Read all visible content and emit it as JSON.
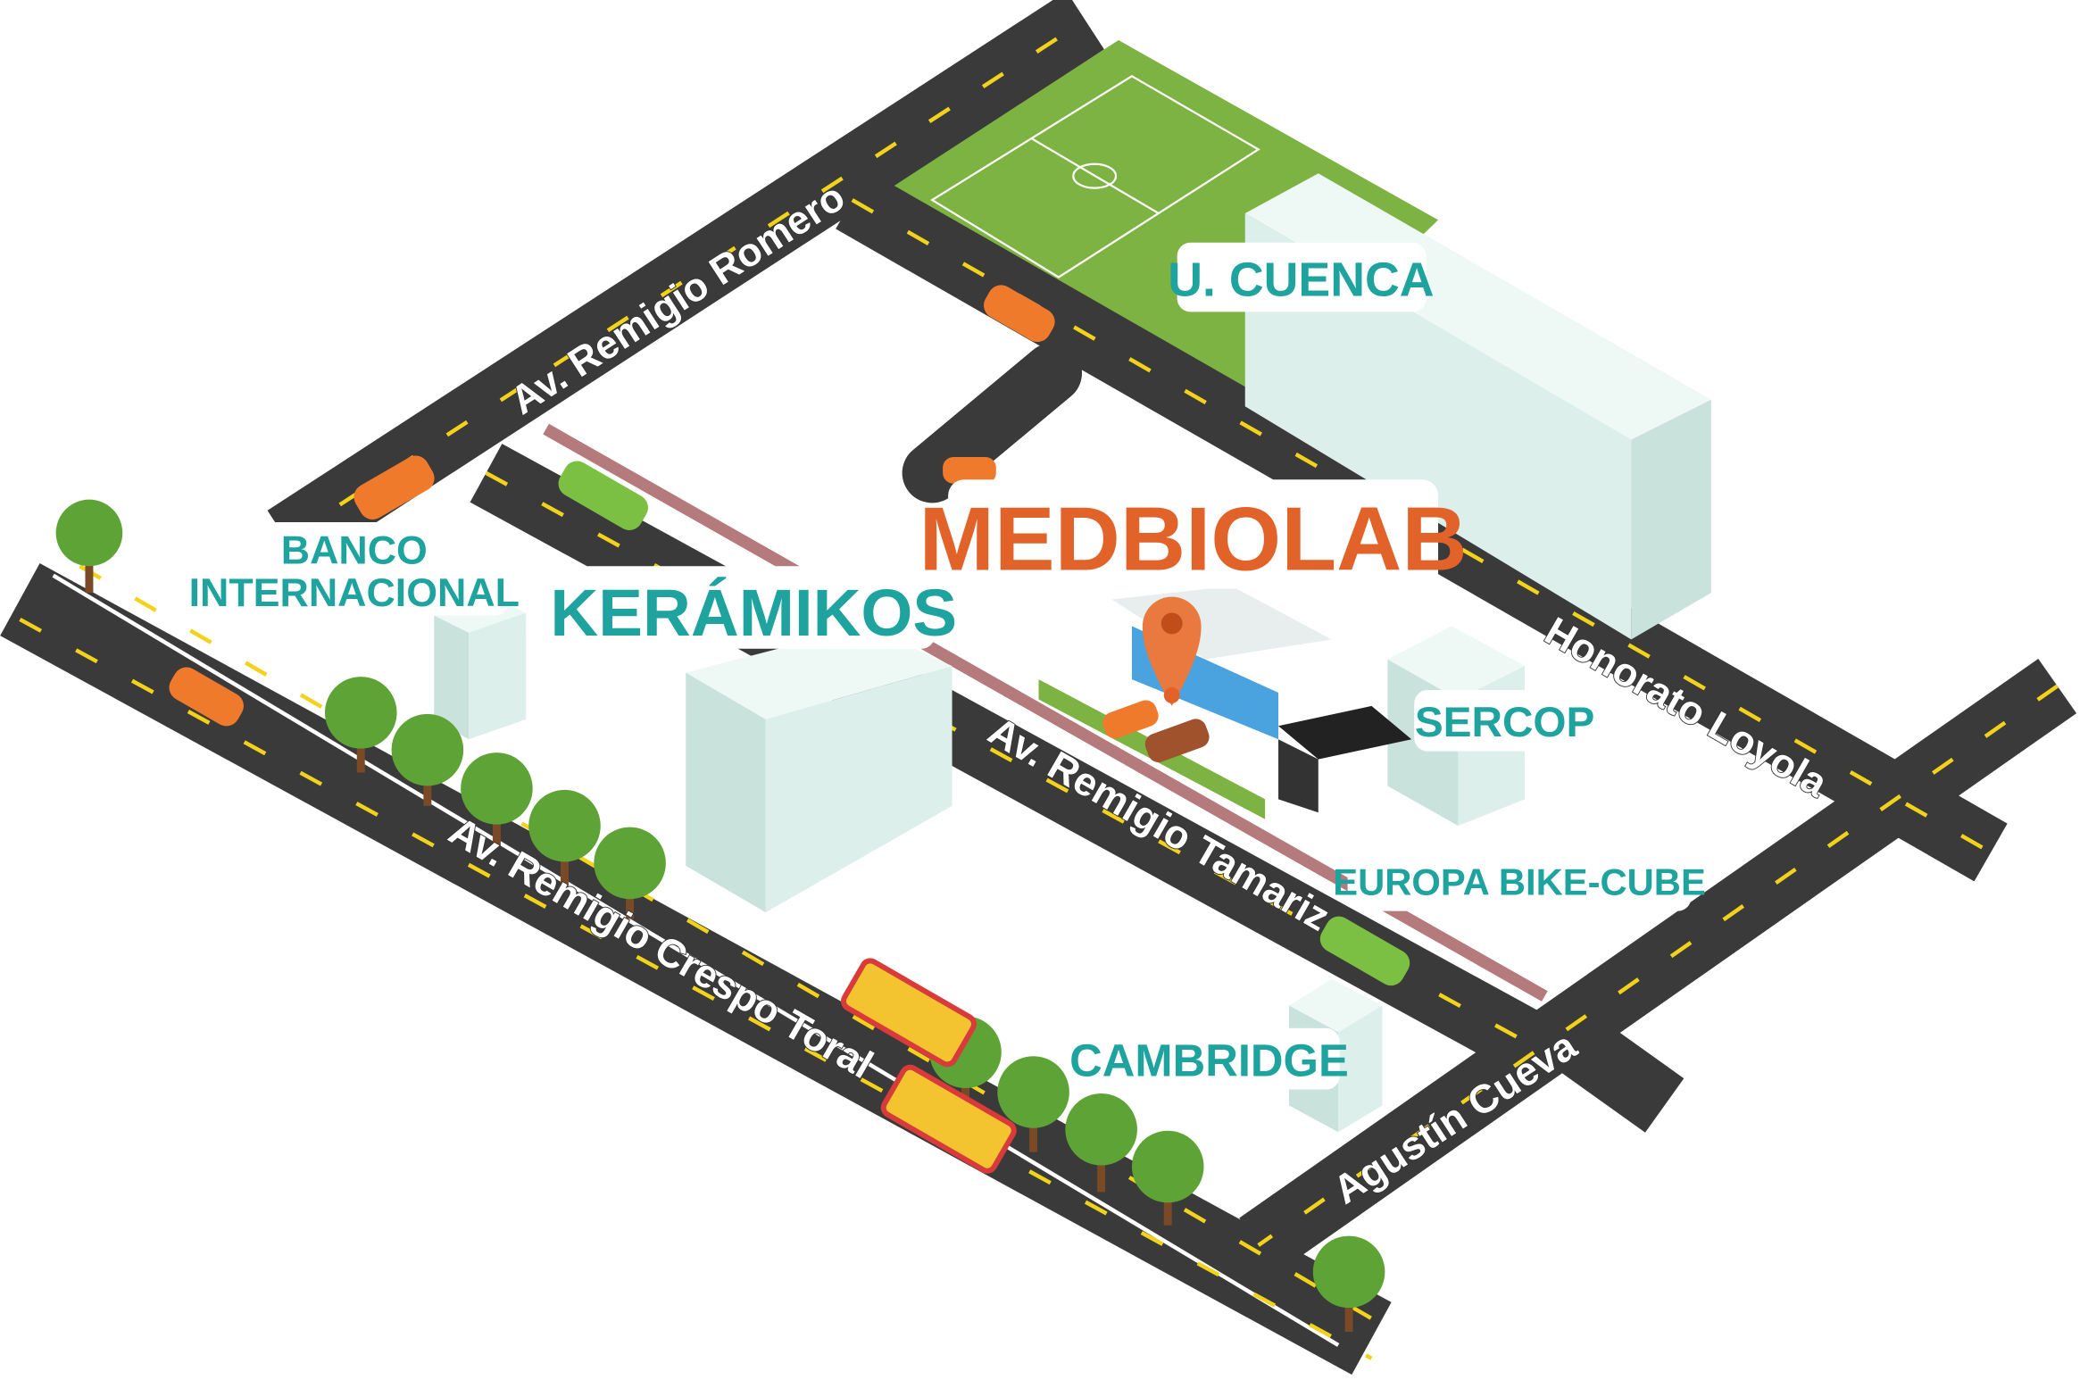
{
  "map": {
    "title": "MEDBIOLAB",
    "colors": {
      "road": "#3a3a3a",
      "lane": "#f2d21b",
      "field": "#7cb342",
      "sidewalk": "#b47a7c",
      "building": "#e4f2ee",
      "teal": "#1fa39f",
      "brand": "#e2632a"
    },
    "places": {
      "u_cuenca": "U. CUENCA",
      "banco_line1": "BANCO",
      "banco_line2": "INTERNACIONAL",
      "keramikos": "KERÁMIKOS",
      "sercop": "SERCOP",
      "europa": "EUROPA BIKE-CUBE",
      "cambridge": "CAMBRIDGE"
    },
    "streets": {
      "romero": "Av. Remigio Romero",
      "crespo": "Av. Remigio Crespo Toral",
      "tamariz": "Av. Remigio Tamariz",
      "loyola": "Honorato Loyola",
      "cueva": "Agustín Cueva"
    },
    "icons": {
      "pin": "location-pin-icon"
    }
  }
}
